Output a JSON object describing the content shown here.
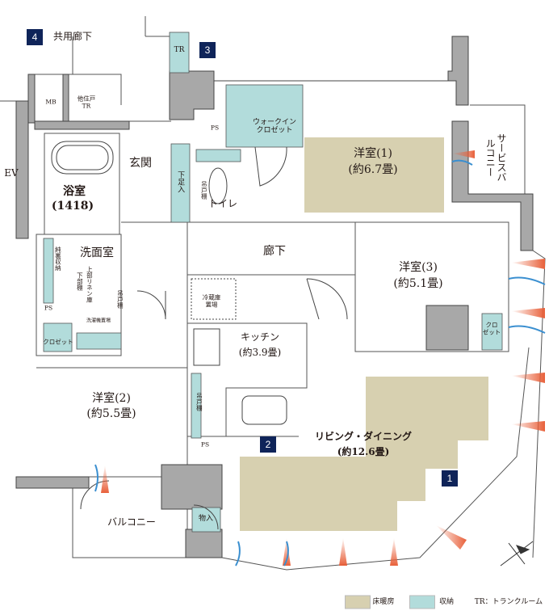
{
  "colors": {
    "floor_heating": "#d7d0b0",
    "storage": "#b2dcdb",
    "wall": "#a8a8a8",
    "badge": "#0f2459"
  },
  "badges": [
    "1",
    "2",
    "3",
    "4"
  ],
  "labels": {
    "common_corridor": "共用廊下",
    "tr": "TR",
    "mb": "MB",
    "other_unit_tr": "他住戸\nTR",
    "ev": "EV",
    "entrance": "玄関",
    "shoe_storage": "下足入",
    "toilet_cabinet": "吊戸棚",
    "toilet": "トイレ",
    "ps_top": "PS",
    "walk_in_closet": "ウォークイン\nクロゼット",
    "western_room_1": "洋室(1)",
    "western_room_1_size": "(約6.7畳)",
    "service_balcony": "サービスバルコニー",
    "bathroom": "浴室",
    "bathroom_size": "(1418)",
    "washroom": "洗面室",
    "bath_storage": "純裏収納",
    "linen": "上部リネン庫",
    "linen_lower": "下部棚",
    "wash_cabinet": "吊戸棚",
    "ps_left": "PS",
    "washing_machine": "洗濯機置場",
    "closet_left": "クロゼット",
    "corridor": "廊下",
    "western_room_3": "洋室(3)",
    "western_room_3_size": "(約5.1畳)",
    "closet_right": "クロ\nゼット",
    "fridge": "冷蔵庫\n置場",
    "kitchen": "キッチン",
    "kitchen_size": "(約3.9畳)",
    "kitchen_cabinet": "吊戸棚",
    "ps_kitchen": "PS",
    "living_dining": "リビング・ダイニング",
    "living_dining_size": "(約12.6畳)",
    "western_room_2": "洋室(2)",
    "western_room_2_size": "(約5.5畳)",
    "balcony": "バルコニー",
    "storage_closet": "物入"
  },
  "legend": {
    "floor_heating": "床暖房",
    "storage": "収納",
    "tr_note": "TR：トランクルーム"
  }
}
